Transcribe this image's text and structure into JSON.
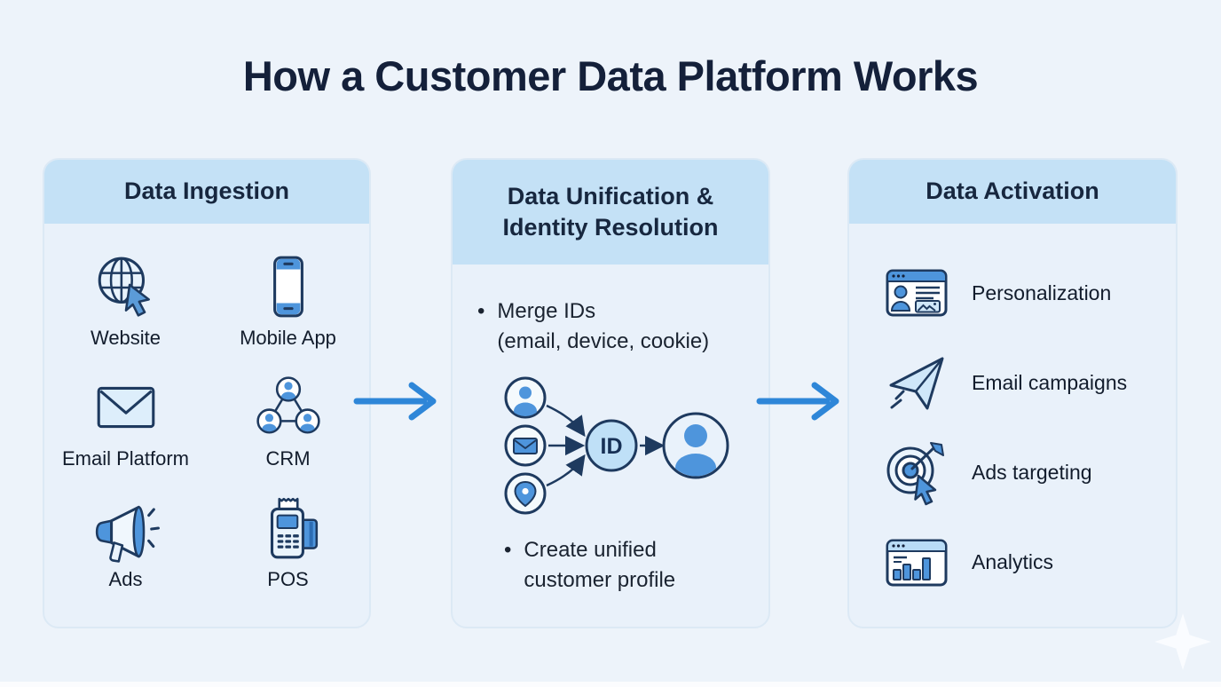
{
  "title": "How a Customer Data Platform Works",
  "colors": {
    "background": "#edf3fa",
    "panel_header": "#c4e1f6",
    "panel_body": "#e9f1fa",
    "accent_blue": "#2e86d8",
    "icon_blue": "#4e95dc",
    "outline_navy": "#1e3a5f",
    "title_text": "#14203a"
  },
  "panels": {
    "ingestion": {
      "header": "Data Ingestion",
      "items": [
        {
          "label": "Website",
          "icon": "globe-cursor-icon"
        },
        {
          "label": "Mobile App",
          "icon": "smartphone-icon"
        },
        {
          "label": "Email Platform",
          "icon": "envelope-icon"
        },
        {
          "label": "CRM",
          "icon": "crm-users-icon"
        },
        {
          "label": "Ads",
          "icon": "megaphone-icon"
        },
        {
          "label": "POS",
          "icon": "pos-terminal-icon"
        }
      ]
    },
    "unification": {
      "header": "Data Unification & Identity Resolution",
      "bullet_marker": "•",
      "merge_bullet": "Merge IDs\n(email, device, cookie)",
      "id_badge": "ID",
      "profile_bullet": "Create unified\ncustomer profile"
    },
    "activation": {
      "header": "Data Activation",
      "items": [
        {
          "label": "Personalization",
          "icon": "personalization-icon"
        },
        {
          "label": "Email campaigns",
          "icon": "paper-plane-icon"
        },
        {
          "label": "Ads targeting",
          "icon": "ads-targeting-icon"
        },
        {
          "label": "Analytics",
          "icon": "analytics-chart-icon"
        }
      ]
    }
  }
}
